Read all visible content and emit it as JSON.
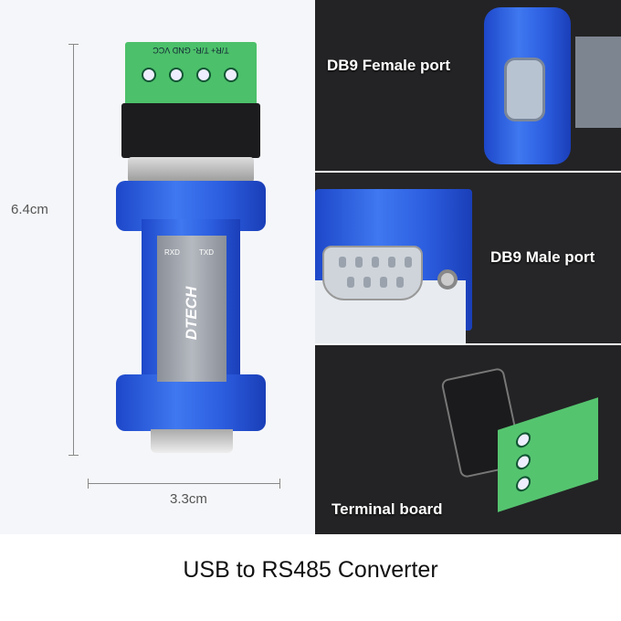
{
  "product": {
    "terminal_labels": "T/R+ T/R- GND VCC",
    "led_rx": "RXD",
    "led_tx": "TXD",
    "brand": "DTECH"
  },
  "dimensions": {
    "height": "6.4cm",
    "width": "3.3cm"
  },
  "panels": [
    {
      "label": "DB9 Female port"
    },
    {
      "label": "DB9 Male port"
    },
    {
      "label": "Terminal board"
    }
  ],
  "caption": "USB to RS485 Converter",
  "colors": {
    "body_blue": "#2c5ee0",
    "terminal_green": "#4cc06a",
    "panel_bg": "#232325"
  }
}
